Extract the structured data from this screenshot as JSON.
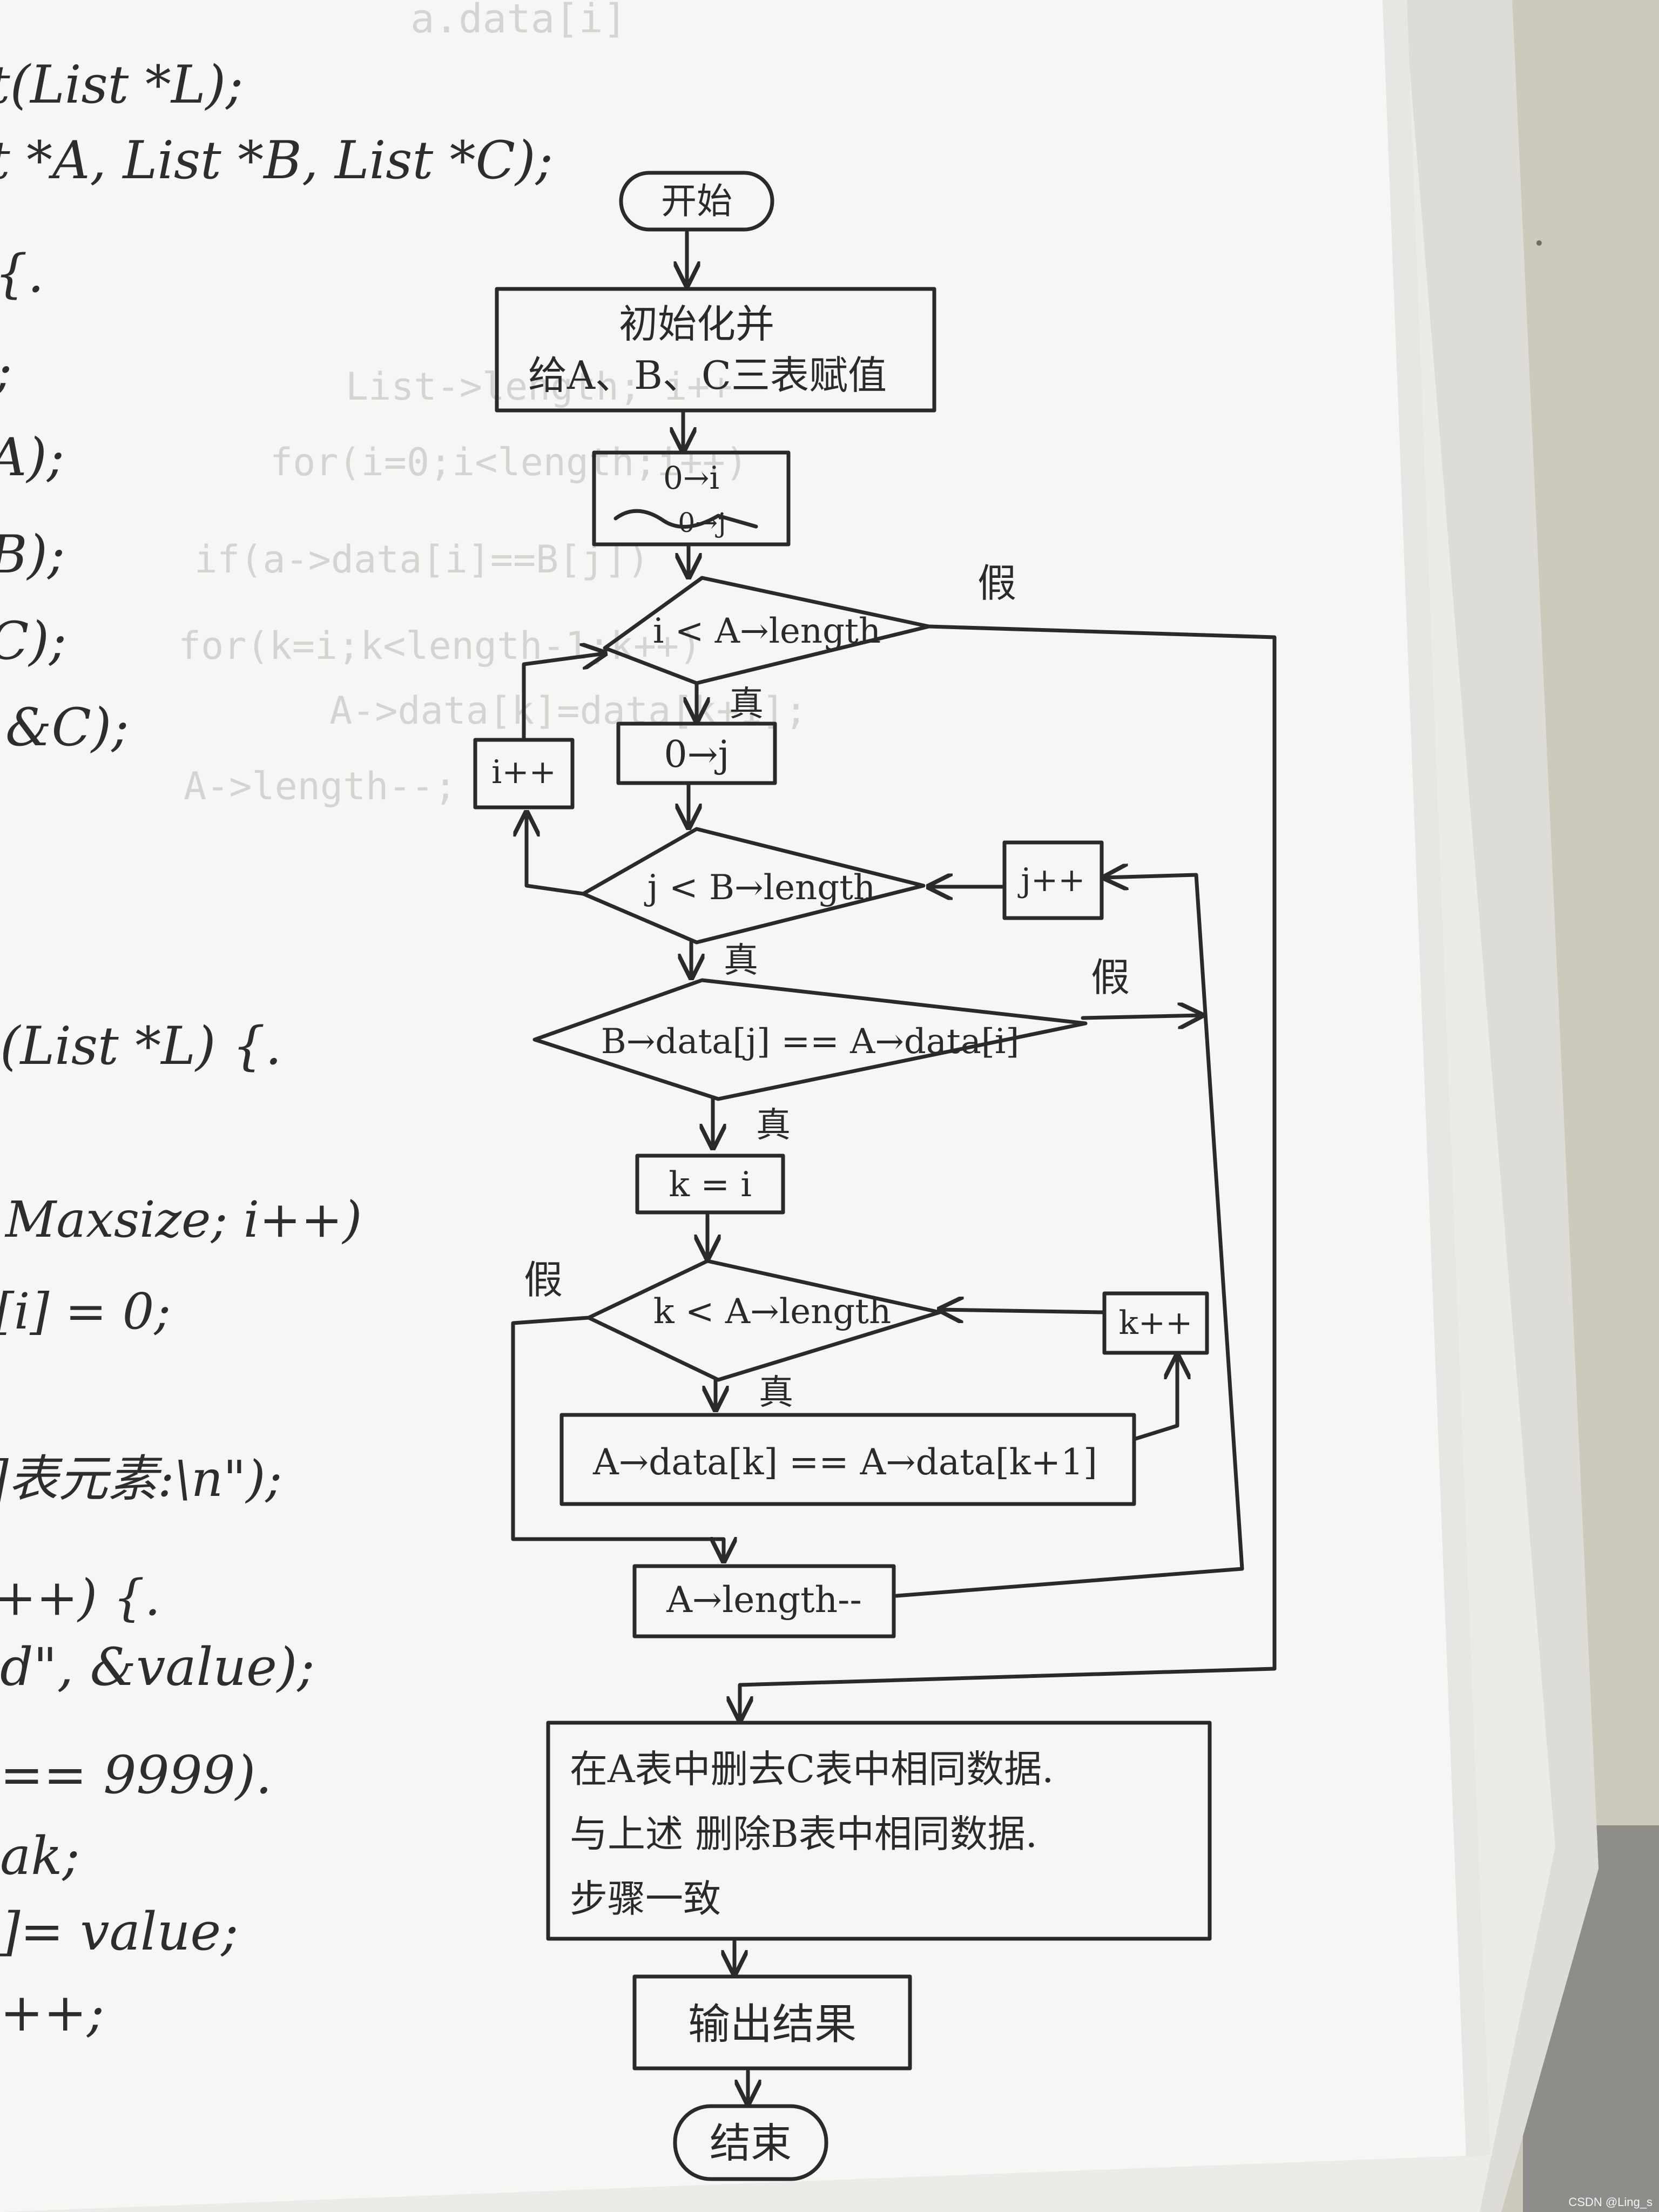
{
  "code_fragments": [
    "t(List *L);",
    "t *A, List *B, List *C);",
    "{.",
    ";",
    "A);",
    "B);",
    "C);",
    "&C);",
    "(List *L) {.",
    "Maxsize; i++)",
    "[i] = 0;",
    "]表元素:\\n\");",
    "++) {.",
    "d\", &value);",
    "== 9999).",
    "ak;",
    "]= value;",
    "++;"
  ],
  "flowchart": {
    "start": "开始",
    "init_box": [
      "初始化并",
      "给A、B、C三表赋值"
    ],
    "assign_i": "0→i",
    "assign_j_crossed": "0→j",
    "cond_i": "i < A→length",
    "assign_j": "0→j",
    "inc_i": "i++",
    "cond_j": "j < B→length",
    "inc_j": "j++",
    "cond_equal": "B→data[j] == A→data[i]",
    "assign_k": "k = i",
    "cond_k": "k < A→length",
    "inc_k": "k++",
    "shift": "A→data[k] == A→data[k+1]",
    "dec_length": "A→length--",
    "c_delete_box": [
      "在A表中删去C表中相同数据.",
      "与上述 删除B表中相同数据.",
      "步骤一致"
    ],
    "output": "输出结果",
    "end": "结束",
    "true_label": "真",
    "false_label": "假"
  },
  "watermark": "CSDN @Ling_s"
}
